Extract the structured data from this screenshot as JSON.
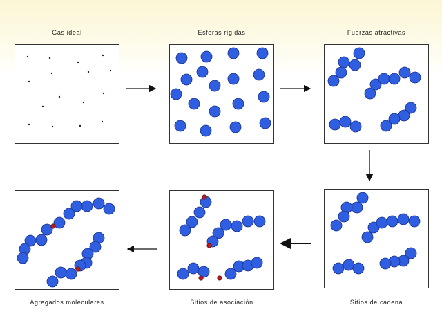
{
  "diagram": {
    "labels": {
      "gas_ideal": "Gas ideal",
      "esferas_rigidas": "Esferas rígidas",
      "fuerzas_atractivas": "Fuerzas atractivas",
      "sitios_de_cadena": "Sitios de cadena",
      "sitios_de_asociacion": "Sitios de asociación",
      "agregados_moleculares": "Agregados moleculares"
    },
    "colors": {
      "molecule": "#2f5fe0",
      "molecule_stroke": "#1a2f8a",
      "association_site": "#b02020",
      "arrow": "#111111"
    }
  }
}
